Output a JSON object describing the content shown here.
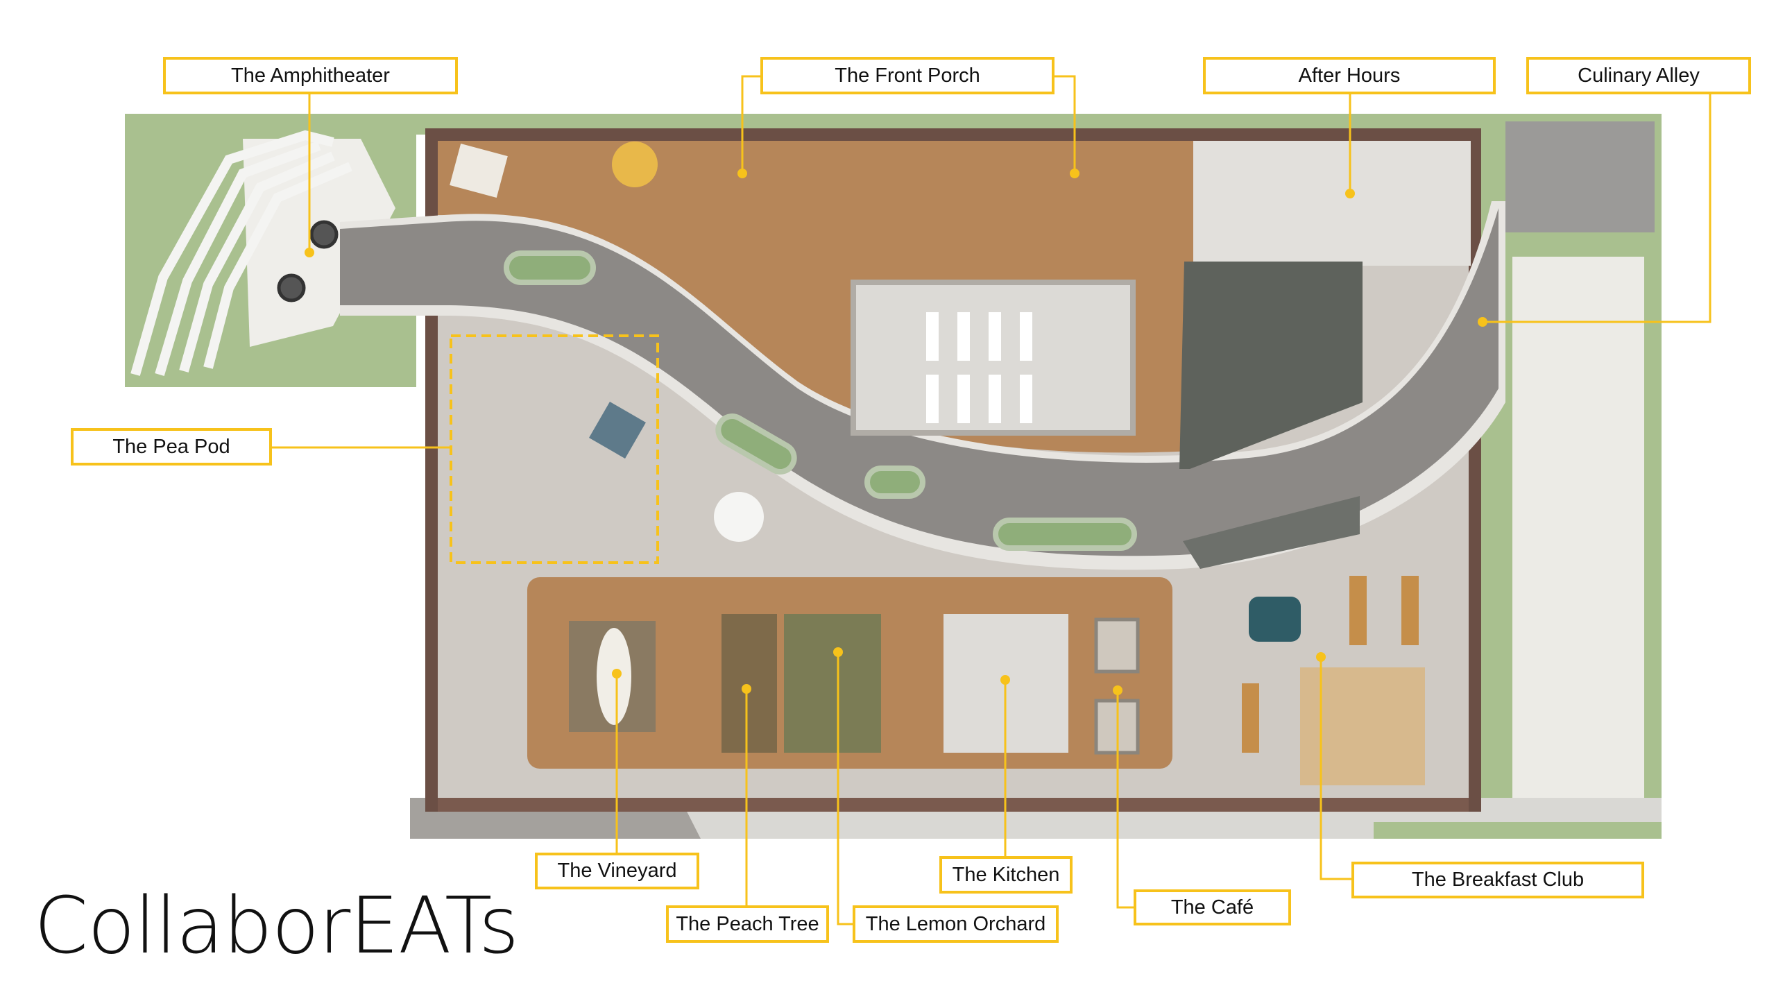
{
  "title": "CollaborEATs",
  "accent_color": "#f7c21b",
  "zones": {
    "amphitheater": "The Amphitheater",
    "front_porch": "The Front Porch",
    "after_hours": "After Hours",
    "culinary_alley": "Culinary Alley",
    "pea_pod": "The Pea Pod",
    "vineyard": "The Vineyard",
    "peach_tree": "The Peach Tree",
    "lemon_orchard": "The Lemon Orchard",
    "kitchen": "The Kitchen",
    "cafe": "The Café",
    "breakfast_club": "The Breakfast Club"
  }
}
